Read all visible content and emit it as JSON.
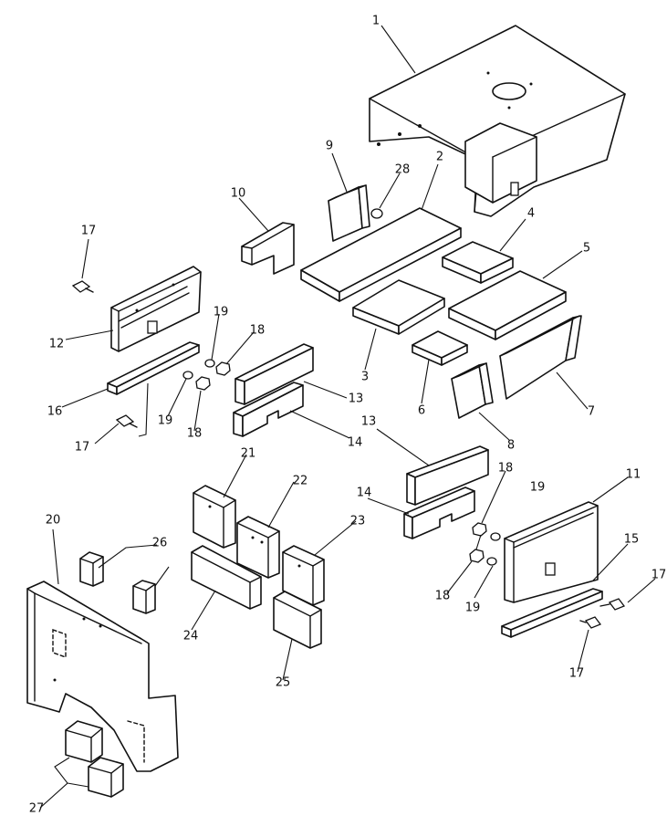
{
  "diagram": {
    "callouts": [
      {
        "id": "c1",
        "label": "1"
      },
      {
        "id": "c2",
        "label": "2"
      },
      {
        "id": "c3",
        "label": "3"
      },
      {
        "id": "c4",
        "label": "4"
      },
      {
        "id": "c5",
        "label": "5"
      },
      {
        "id": "c6",
        "label": "6"
      },
      {
        "id": "c7",
        "label": "7"
      },
      {
        "id": "c8",
        "label": "8"
      },
      {
        "id": "c9",
        "label": "9"
      },
      {
        "id": "c10",
        "label": "10"
      },
      {
        "id": "c11",
        "label": "11"
      },
      {
        "id": "c12",
        "label": "12"
      },
      {
        "id": "c13a",
        "label": "13"
      },
      {
        "id": "c13b",
        "label": "13"
      },
      {
        "id": "c14a",
        "label": "14"
      },
      {
        "id": "c14b",
        "label": "14"
      },
      {
        "id": "c15",
        "label": "15"
      },
      {
        "id": "c16",
        "label": "16"
      },
      {
        "id": "c17a",
        "label": "17"
      },
      {
        "id": "c17b",
        "label": "17"
      },
      {
        "id": "c17c",
        "label": "17"
      },
      {
        "id": "c17d",
        "label": "17"
      },
      {
        "id": "c18a",
        "label": "18"
      },
      {
        "id": "c18b",
        "label": "18"
      },
      {
        "id": "c18c",
        "label": "18"
      },
      {
        "id": "c18d",
        "label": "18"
      },
      {
        "id": "c19a",
        "label": "19"
      },
      {
        "id": "c19b",
        "label": "19"
      },
      {
        "id": "c19c",
        "label": "19"
      },
      {
        "id": "c19d",
        "label": "19"
      },
      {
        "id": "c20",
        "label": "20"
      },
      {
        "id": "c21",
        "label": "21"
      },
      {
        "id": "c22",
        "label": "22"
      },
      {
        "id": "c23",
        "label": "23"
      },
      {
        "id": "c24",
        "label": "24"
      },
      {
        "id": "c25",
        "label": "25"
      },
      {
        "id": "c26",
        "label": "26"
      },
      {
        "id": "c27",
        "label": "27"
      },
      {
        "id": "c28",
        "label": "28"
      }
    ]
  }
}
